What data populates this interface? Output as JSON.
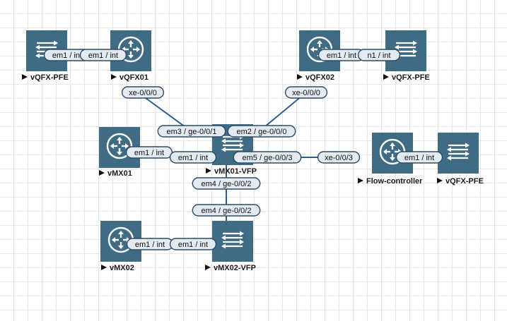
{
  "colors": {
    "link": "#2a5f8f",
    "node_fill": "#3f6c84",
    "label_fill": "#e4eaf2",
    "label_stroke": "#2e4b64",
    "grid": "#e6e6e6"
  },
  "nodes": [
    {
      "id": "qfx-pfe-1",
      "kind": "switch",
      "icon": "switch-arrows-icon",
      "label": "vQFX-PFE"
    },
    {
      "id": "qfx01",
      "kind": "router",
      "icon": "router-cross-icon",
      "label": "vQFX01"
    },
    {
      "id": "qfx02",
      "kind": "router",
      "icon": "router-cross-icon",
      "label": "vQFX02"
    },
    {
      "id": "qfx-pfe-2",
      "kind": "switch",
      "icon": "switch-arrows-icon",
      "label": "vQFX-PFE"
    },
    {
      "id": "mx01",
      "kind": "router",
      "icon": "router-cross-icon",
      "label": "vMX01"
    },
    {
      "id": "mx01-vfp",
      "kind": "switch",
      "icon": "switch-arrows-icon",
      "label": "vMX01-VFP"
    },
    {
      "id": "flow-ctrl",
      "kind": "router",
      "icon": "router-cross-icon",
      "label": "Flow-controller"
    },
    {
      "id": "qfx-pfe-3",
      "kind": "switch",
      "icon": "switch-arrows-icon",
      "label": "vQFX-PFE"
    },
    {
      "id": "mx02",
      "kind": "router",
      "icon": "router-cross-icon",
      "label": "vMX02"
    },
    {
      "id": "mx02-vfp",
      "kind": "switch",
      "icon": "switch-arrows-icon",
      "label": "vMX02-VFP"
    }
  ],
  "links": [
    {
      "from": "qfx-pfe-1",
      "to": "qfx01"
    },
    {
      "from": "qfx02",
      "to": "qfx-pfe-2"
    },
    {
      "from": "qfx01",
      "to": "mx01-vfp"
    },
    {
      "from": "qfx02",
      "to": "mx01-vfp"
    },
    {
      "from": "mx01",
      "to": "mx01-vfp"
    },
    {
      "from": "mx01-vfp",
      "to": "flow-ctrl"
    },
    {
      "from": "mx01-vfp",
      "to": "mx02-vfp"
    },
    {
      "from": "flow-ctrl",
      "to": "qfx-pfe-3"
    },
    {
      "from": "mx02",
      "to": "mx02-vfp"
    }
  ],
  "interface_labels": [
    {
      "id": "l1",
      "text": "em1 / int"
    },
    {
      "id": "l2",
      "text": "em1 / int"
    },
    {
      "id": "l3",
      "text": "em1 / int"
    },
    {
      "id": "l4",
      "text": "n1 / int"
    },
    {
      "id": "l5",
      "text": "xe-0/0/0"
    },
    {
      "id": "l6",
      "text": "xe-0/0/0"
    },
    {
      "id": "l7",
      "text": "em3 / ge-0/0/1"
    },
    {
      "id": "l8",
      "text": "em2 / ge-0/0/0"
    },
    {
      "id": "l9",
      "text": "em1 / int"
    },
    {
      "id": "l10",
      "text": "em1 / int"
    },
    {
      "id": "l11",
      "text": "em5 / ge-0/0/3"
    },
    {
      "id": "l12",
      "text": "xe-0/0/3"
    },
    {
      "id": "l13",
      "text": "em1 / int"
    },
    {
      "id": "l14",
      "text": "em4 / ge-0/0/2"
    },
    {
      "id": "l15",
      "text": "em4 / ge-0/0/2"
    },
    {
      "id": "l16",
      "text": "em1 / int"
    },
    {
      "id": "l17",
      "text": "em1 / int"
    }
  ]
}
